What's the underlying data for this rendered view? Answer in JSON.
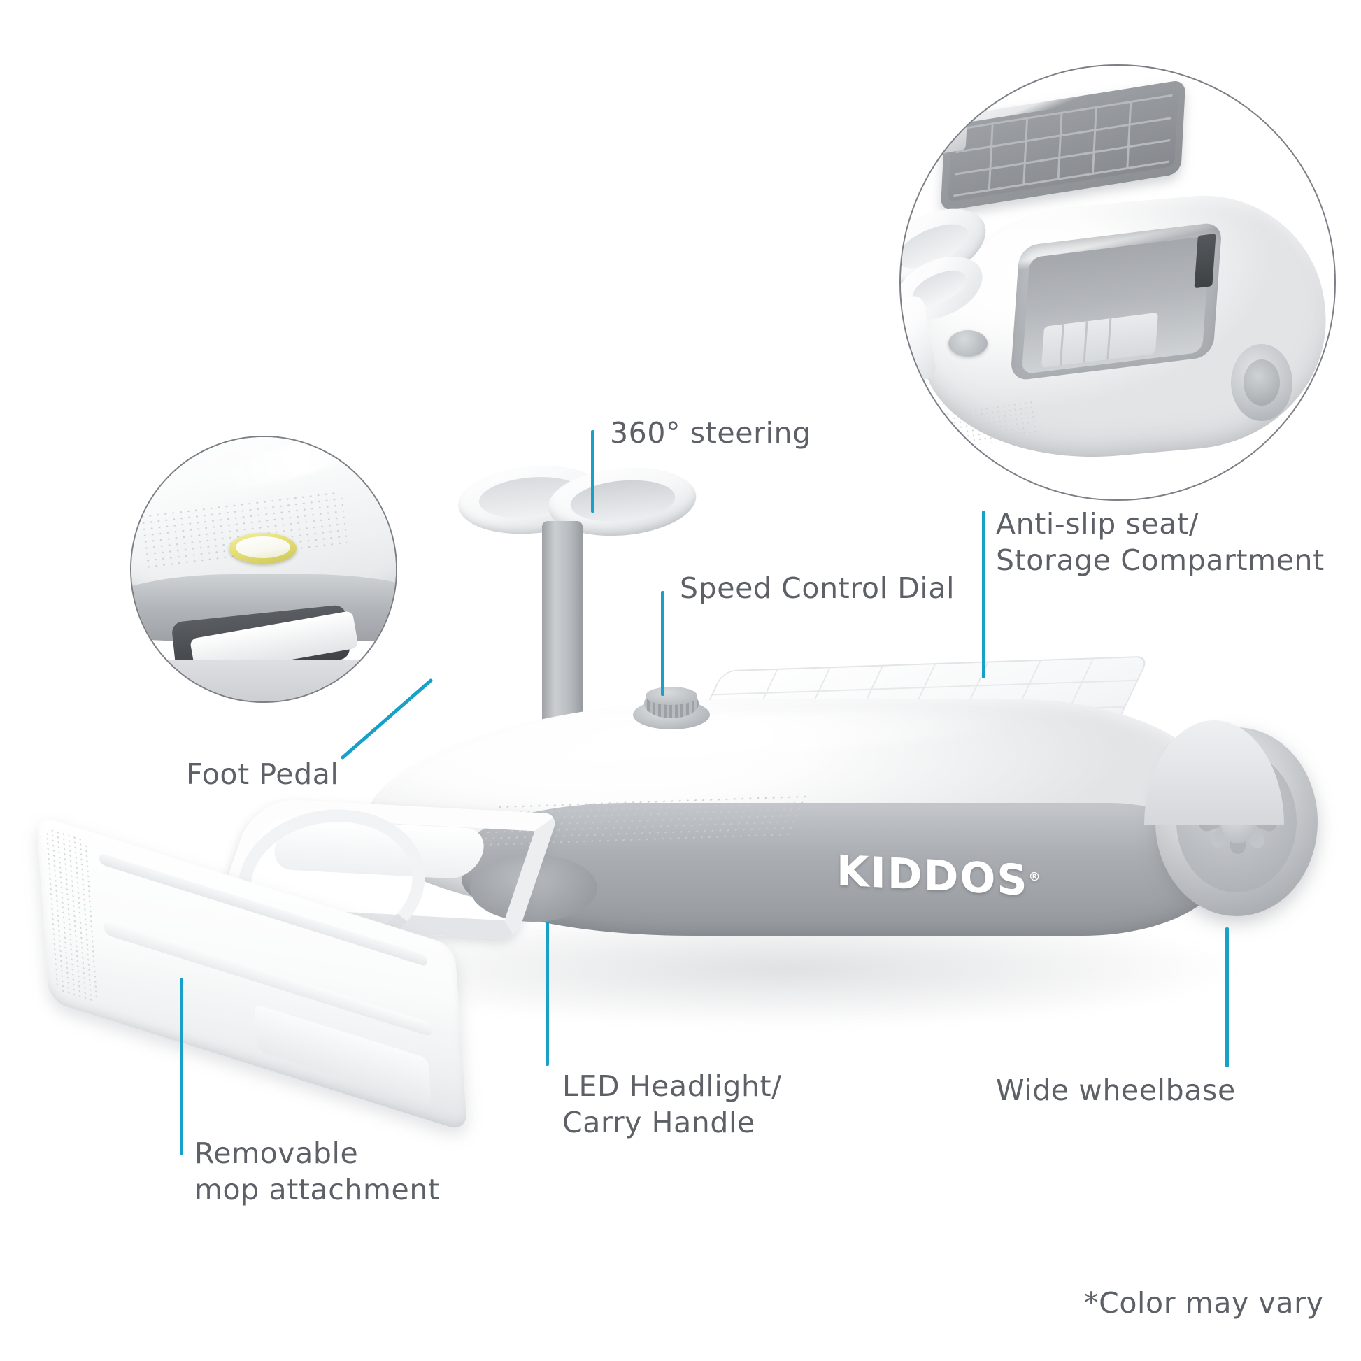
{
  "product": {
    "brand": "KIDDOS",
    "brand_trademark": "®"
  },
  "theme": {
    "leader_color": "#18a0c8",
    "label_color": "#5d6066",
    "inset_outline": "#7c7f85",
    "background": "#ffffff",
    "pedal_button_color": "#e3dd6a",
    "body_white": "#ffffff",
    "body_grey": "#a7abaf"
  },
  "callouts": [
    {
      "id": "steering",
      "label": "360° steering",
      "line2": ""
    },
    {
      "id": "speed_dial",
      "label": "Speed Control Dial",
      "line2": ""
    },
    {
      "id": "seat",
      "label": "Anti-slip seat/",
      "line2": "Storage Compartment"
    },
    {
      "id": "foot_pedal",
      "label": "Foot Pedal",
      "line2": ""
    },
    {
      "id": "headlight",
      "label": "LED Headlight/",
      "line2": "Carry Handle"
    },
    {
      "id": "wheelbase",
      "label": "Wide wheelbase",
      "line2": ""
    },
    {
      "id": "mop",
      "label": "Removable",
      "line2": "mop attachment"
    }
  ],
  "insets": [
    {
      "id": "storage-compartment-inset",
      "caption": ""
    },
    {
      "id": "foot-pedal-inset",
      "caption": ""
    }
  ],
  "footnote": "*Color may vary"
}
